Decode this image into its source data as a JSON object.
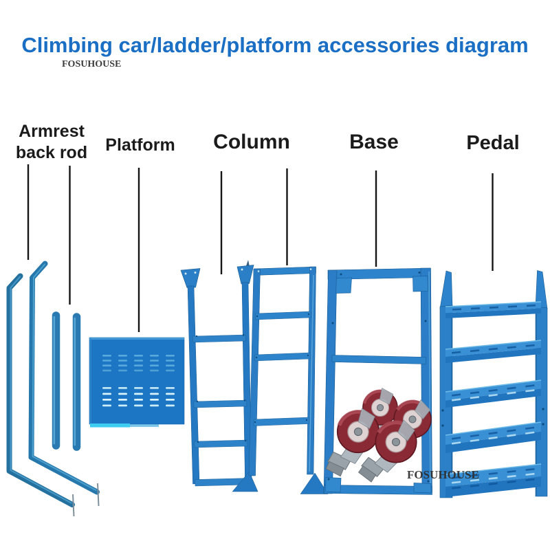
{
  "title": "Climbing car/ladder/platform accessories diagram",
  "watermarks": {
    "top": "FOSUHOUSE",
    "bottom": "FOSUHOUSE"
  },
  "labels": {
    "armrest": {
      "line1": "Armrest",
      "line2": "back rod"
    },
    "platform": "Platform",
    "column": "Column",
    "base": "Base",
    "pedal": "Pedal"
  },
  "colors": {
    "title_blue": "#1a6fc4",
    "part_blue": "#2b80c8",
    "platform_blue": "#1d76c4",
    "caster_red": "#8a2a35",
    "label_black": "#1b1b1b",
    "watermark_gray": "#3c3c3c",
    "leader_line": "#151515"
  }
}
